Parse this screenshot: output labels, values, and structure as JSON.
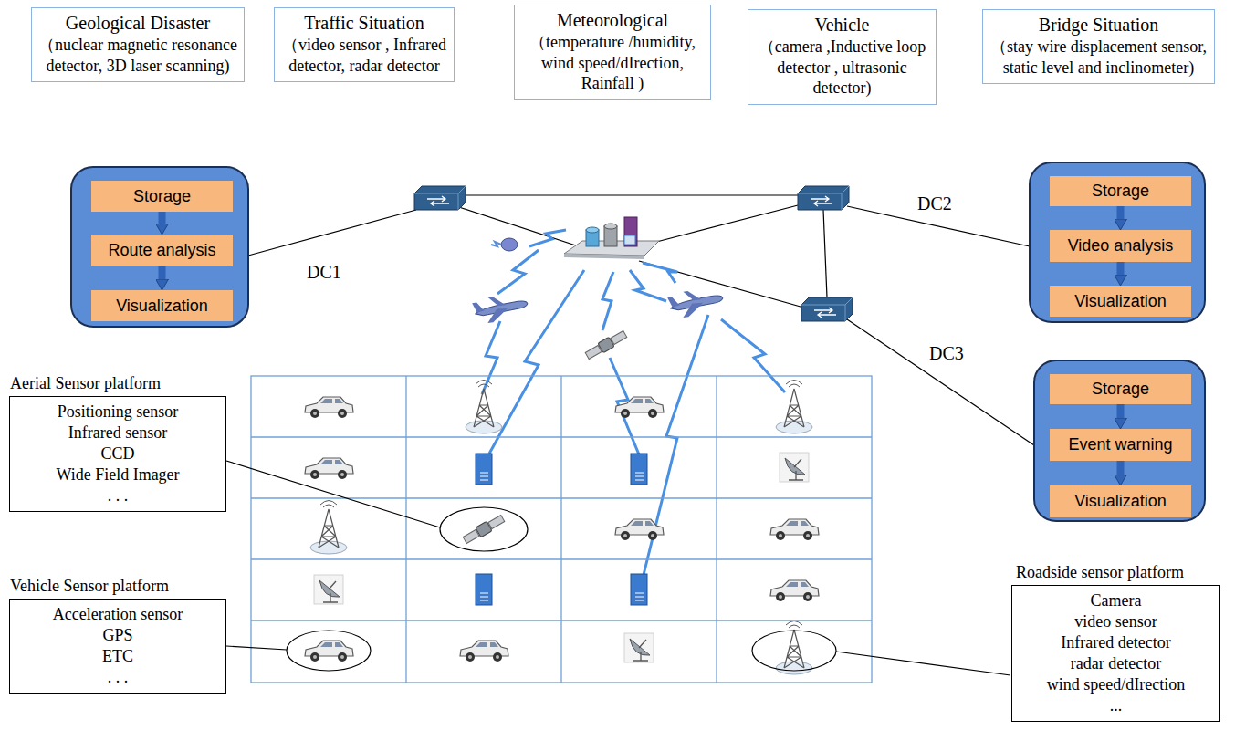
{
  "diagram": {
    "nodes": [
      {
        "text": [
          "Geological Disaster",
          "（nuclear magnetic resonance detector, 3D laser scanning)"
        ]
      },
      {
        "text": [
          "Traffic Situation",
          "（video sensor , Infrared detector, radar detector"
        ]
      },
      {
        "text": [
          "Meteorological",
          "（temperature /humidity, wind speed/dIrection, Rainfall )"
        ]
      },
      {
        "text": [
          "Vehicle",
          "（camera ,Inductive loop detector , ultrasonic detector)"
        ]
      },
      {
        "text": [
          "Bridge Situation",
          "（stay wire displacement sensor, static level and inclinometer)"
        ]
      },
      {
        "text": [
          "Storage"
        ]
      },
      {
        "text": [
          "Route analysis"
        ]
      },
      {
        "text": [
          "Visualization"
        ]
      },
      {
        "text": [
          "Storage"
        ]
      },
      {
        "text": [
          "Video analysis"
        ]
      },
      {
        "text": [
          "Visualization"
        ]
      },
      {
        "text": [
          "Storage"
        ]
      },
      {
        "text": [
          "Event warning"
        ]
      },
      {
        "text": [
          "Visualization"
        ]
      },
      {
        "text": [
          "Aerial Sensor platform",
          "Positioning sensor",
          "Infrared sensor",
          "CCD",
          "Wide Field Imager",
          ". . ."
        ]
      },
      {
        "text": [
          "Vehicle Sensor platform",
          "Acceleration sensor",
          "GPS",
          "ETC",
          ". . ."
        ]
      },
      {
        "text": [
          "Roadside sensor platform",
          "Camera",
          "video sensor",
          "Infrared detector",
          "radar detector",
          "wind speed/dIrection",
          "..."
        ]
      }
    ],
    "edges": [
      {
        "from": 5,
        "to": 6,
        "arrow": "to"
      },
      {
        "from": 6,
        "to": 7,
        "arrow": "to"
      },
      {
        "from": 8,
        "to": 9,
        "arrow": "to"
      },
      {
        "from": 9,
        "to": 10,
        "arrow": "to"
      },
      {
        "from": 11,
        "to": 12,
        "arrow": "to"
      },
      {
        "from": 12,
        "to": 13,
        "arrow": "to"
      }
    ],
    "labels": [
      "DC1",
      "DC2",
      "DC3"
    ]
  }
}
